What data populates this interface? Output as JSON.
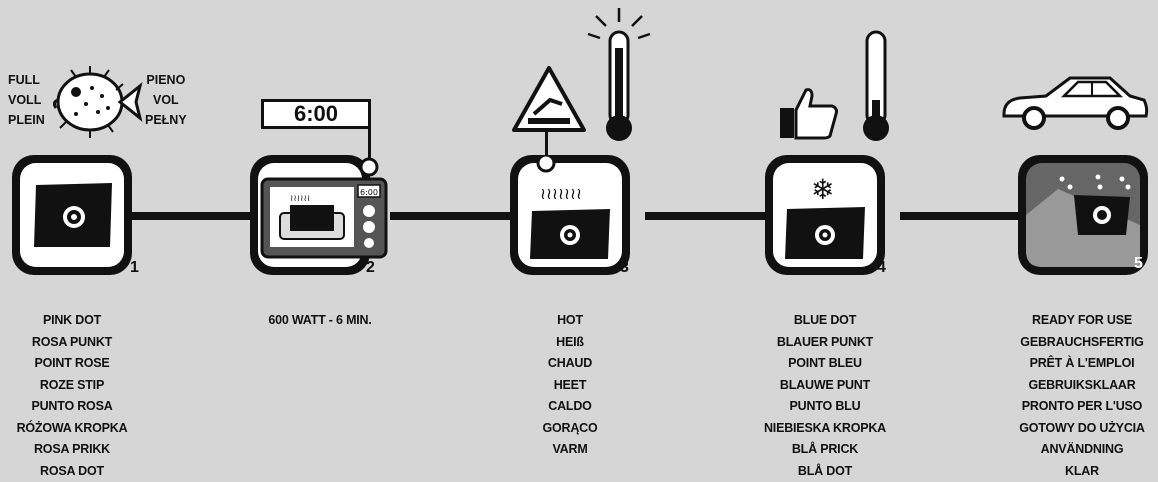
{
  "fill": {
    "left": [
      "FULL",
      "VOLL",
      "PLEIN"
    ],
    "right": [
      "PIENO",
      "VOL",
      "PEŁNY"
    ]
  },
  "timer": "6:00",
  "microwave_display": "6:00",
  "steps": [
    {
      "number": "1",
      "caption": [
        "PINK DOT",
        "ROSA PUNKT",
        "POINT ROSE",
        "ROZE STIP",
        "PUNTO ROSA",
        "RÓŻOWA KROPKA",
        "ROSA PRIKK",
        "ROSA DOT"
      ]
    },
    {
      "number": "2",
      "caption": [
        "600 WATT -  6 MIN."
      ]
    },
    {
      "number": "3",
      "caption": [
        "HOT",
        "HEIß",
        "CHAUD",
        "HEET",
        "CALDO",
        "GORĄCO",
        "VARM"
      ]
    },
    {
      "number": "4",
      "caption": [
        "BLUE DOT",
        "BLAUER PUNKT",
        "POINT BLEU",
        "BLAUWE PUNT",
        "PUNTO BLU",
        "NIEBIESKA KROPKA",
        "BLÅ PRICK",
        "BLÅ DOT"
      ]
    },
    {
      "number": "5",
      "caption": [
        "READY FOR USE",
        "GEBRAUCHSFERTIG",
        "PRÊT À L'EMPLOI",
        "GEBRUIKSKLAAR",
        "PRONTO PER L'USO",
        "GOTOWY DO UŻYCIA",
        "ANVÄNDNING",
        "KLAR"
      ]
    }
  ]
}
